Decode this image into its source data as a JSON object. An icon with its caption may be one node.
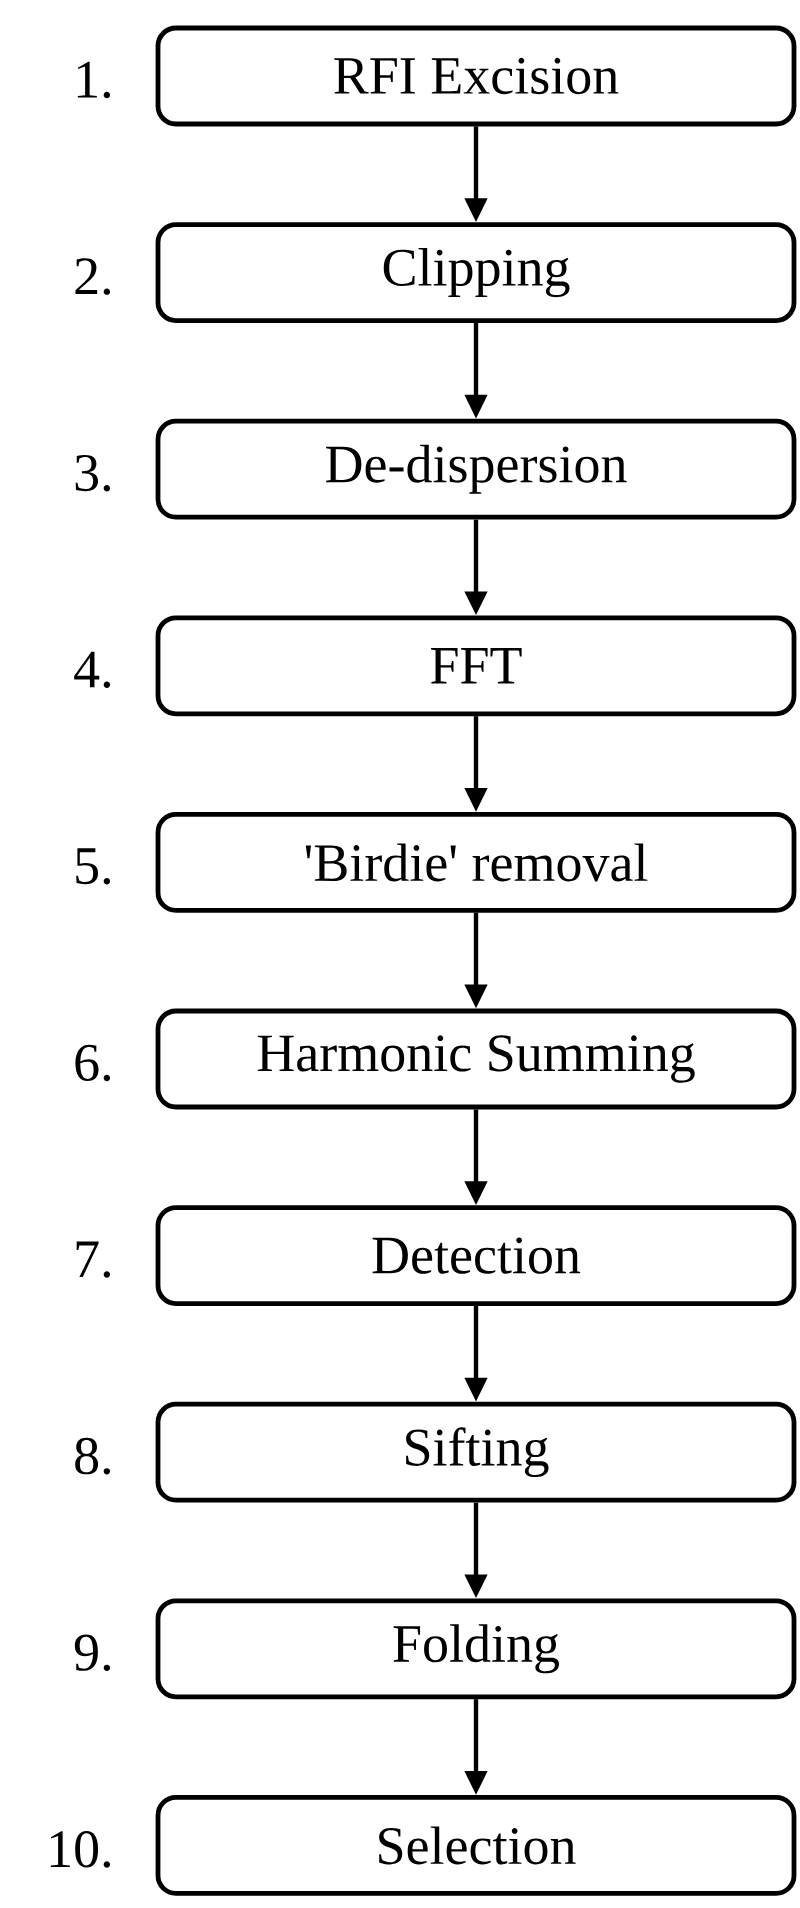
{
  "diagram": {
    "nodes": [
      {
        "text": [
          "RFI Excision"
        ],
        "beside": [
          "1."
        ]
      },
      {
        "text": [
          "Clipping"
        ],
        "beside": [
          "2."
        ]
      },
      {
        "text": [
          "De-dispersion"
        ],
        "beside": [
          "3."
        ]
      },
      {
        "text": [
          "FFT"
        ],
        "beside": [
          "4."
        ]
      },
      {
        "text": [
          "'Birdie' removal"
        ],
        "beside": [
          "5."
        ]
      },
      {
        "text": [
          "Harmonic Summing"
        ],
        "beside": [
          "6."
        ]
      },
      {
        "text": [
          "Detection"
        ],
        "beside": [
          "7."
        ]
      },
      {
        "text": [
          "Sifting"
        ],
        "beside": [
          "8."
        ]
      },
      {
        "text": [
          "Folding"
        ],
        "beside": [
          "9."
        ]
      },
      {
        "text": [
          "Selection"
        ],
        "beside": [
          "10."
        ]
      }
    ],
    "edges": [
      {
        "from": 0,
        "to": 1,
        "arrow": "to"
      },
      {
        "from": 1,
        "to": 2,
        "arrow": "to"
      },
      {
        "from": 2,
        "to": 3,
        "arrow": "to"
      },
      {
        "from": 3,
        "to": 4,
        "arrow": "to"
      },
      {
        "from": 4,
        "to": 5,
        "arrow": "to"
      },
      {
        "from": 5,
        "to": 6,
        "arrow": "to"
      },
      {
        "from": 6,
        "to": 7,
        "arrow": "to"
      },
      {
        "from": 7,
        "to": 8,
        "arrow": "to"
      },
      {
        "from": 8,
        "to": 9,
        "arrow": "to"
      }
    ]
  }
}
